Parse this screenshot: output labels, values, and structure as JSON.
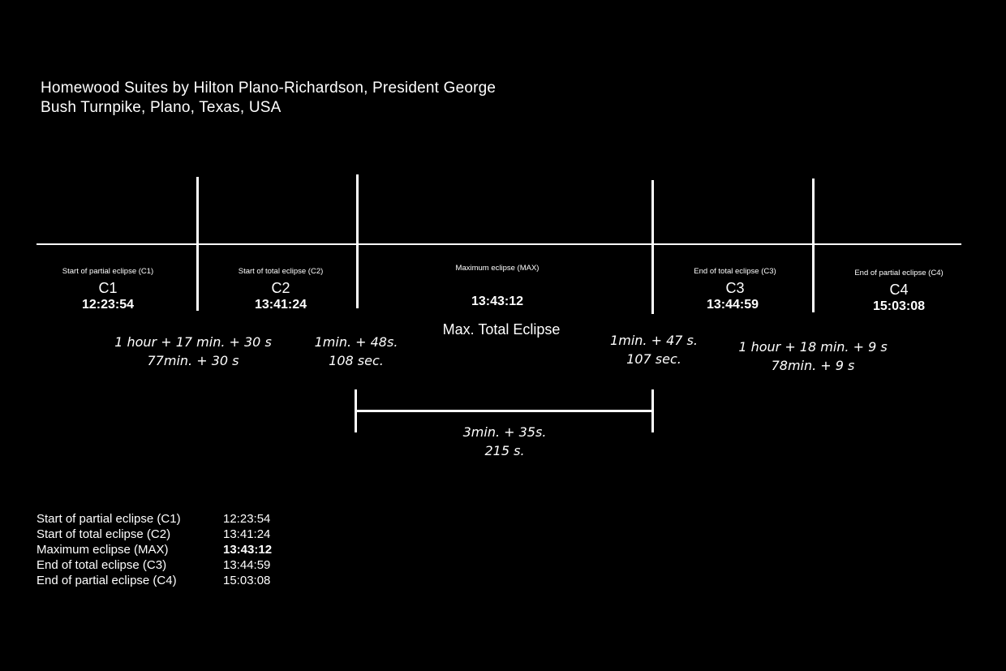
{
  "title": {
    "line1": "Homewood Suites by Hilton Plano-Richardson, President George",
    "line2": "Bush Turnpike, Plano, Texas, USA"
  },
  "events": [
    {
      "label": "Start of partial eclipse (C1)",
      "code": "C1",
      "time": "12:23:54"
    },
    {
      "label": "Start of total eclipse (C2)",
      "code": "C2",
      "time": "13:41:24"
    },
    {
      "label": "Maximum eclipse (MAX)",
      "code": "",
      "time": "13:43:12"
    },
    {
      "label": "End of total eclipse (C3)",
      "code": "C3",
      "time": "13:44:59"
    },
    {
      "label": "End of partial eclipse (C4)",
      "code": "C4",
      "time": "15:03:08"
    }
  ],
  "max_label": "Max. Total Eclipse",
  "durations": {
    "c1_c2": {
      "line1": "1 hour + 17 min. + 30 s",
      "line2": "77min. + 30 s"
    },
    "c2_max": {
      "line1": "1min. + 48s.",
      "line2": "108 sec."
    },
    "max_c3": {
      "line1": "1min. +  47 s.",
      "line2": "107 sec."
    },
    "c3_c4": {
      "line1": "1 hour + 18 min. + 9 s",
      "line2": "78min. + 9 s"
    },
    "totality": {
      "line1": "3min. + 35s.",
      "line2": "215 s."
    }
  },
  "summary": [
    {
      "name": "Start of partial eclipse (C1)",
      "time": "12:23:54",
      "bold": false
    },
    {
      "name": "Start of total eclipse (C2)",
      "time": "13:41:24",
      "bold": false
    },
    {
      "name": "Maximum eclipse (MAX)",
      "time": "13:43:12",
      "bold": true
    },
    {
      "name": "End of total eclipse (C3)",
      "time": "13:44:59",
      "bold": false
    },
    {
      "name": "End of partial eclipse (C4)",
      "time": "15:03:08",
      "bold": false
    }
  ]
}
